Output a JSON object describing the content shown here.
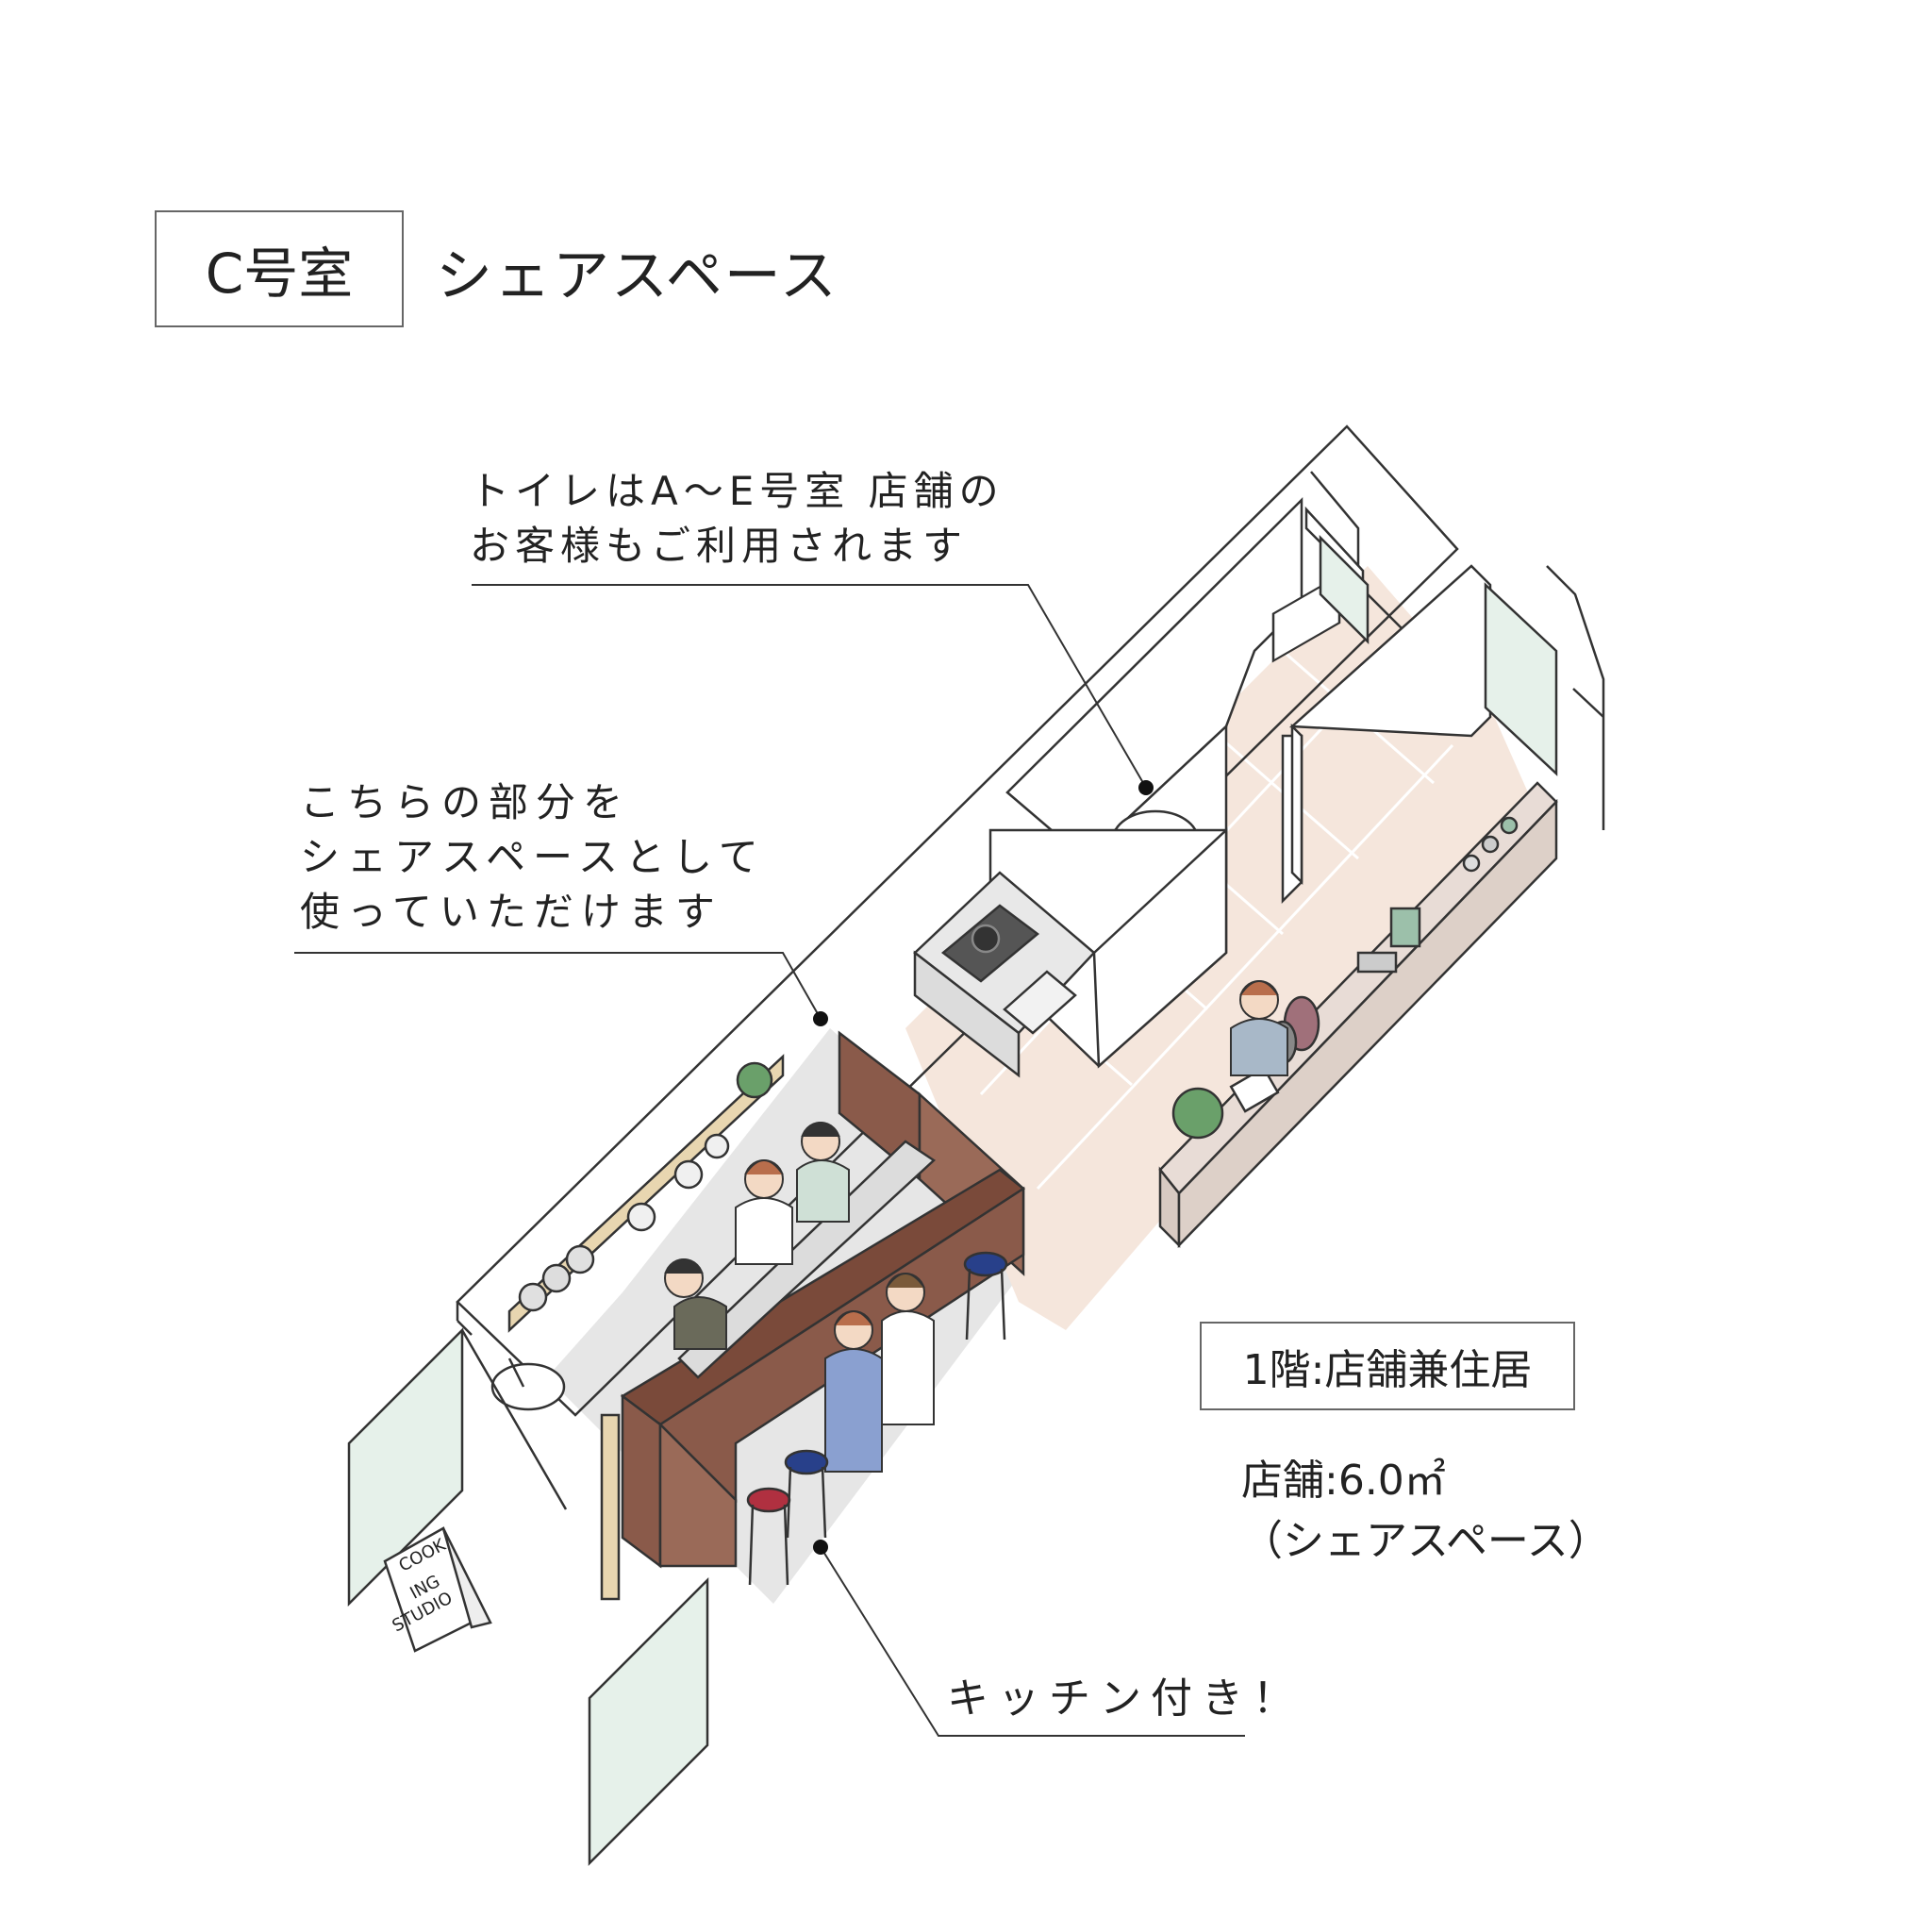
{
  "header": {
    "room_label": "C号室",
    "title": "シェアスペース"
  },
  "callouts": {
    "toilet_line1": "トイレはA〜E号室 店舗の",
    "toilet_line2": "お客様もご利用されます",
    "share_line1": "こちらの部分を",
    "share_line2": "シェアスペースとして",
    "share_line3": "使っていただけます",
    "kitchen": "キッチン付き！"
  },
  "info": {
    "floor": "1階:店舗兼住居",
    "area": "店舗:6.0㎡",
    "area_note": "（シェアスペース）"
  },
  "sign": {
    "line1": "COOK",
    "line2": "ING",
    "line3": "STUDIO"
  },
  "colors": {
    "floor_tile": "#f5e6dc",
    "floor_grey": "#e6e6e6",
    "counter_brown": "#8a5a4a",
    "shelf_wood": "#e8d6b0",
    "glass": "#e6f1ea",
    "line": "#333333",
    "stool_red": "#b03040",
    "stool_blue": "#28408a"
  }
}
